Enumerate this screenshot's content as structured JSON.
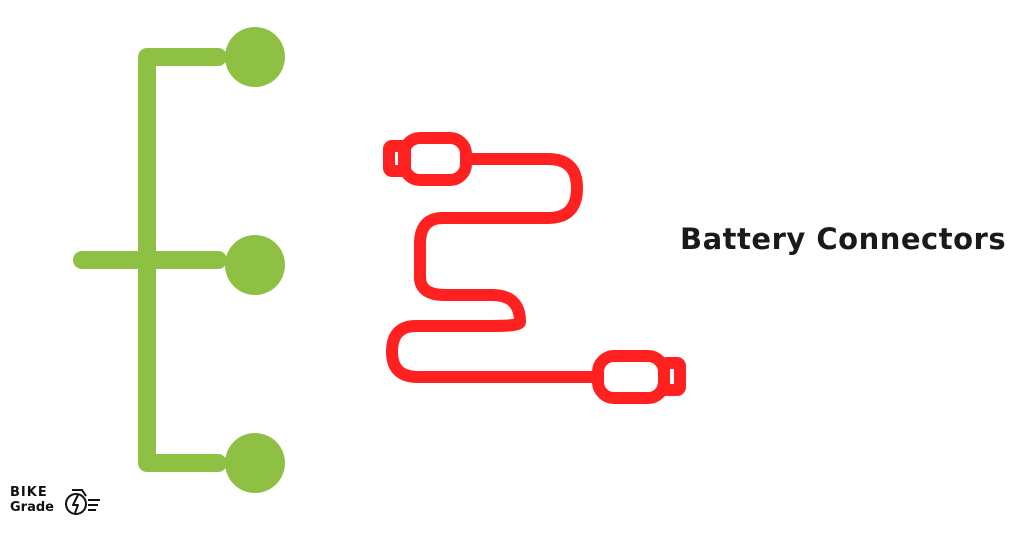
{
  "title": "Battery Connectors",
  "logo": {
    "line1": "BIKE",
    "line2": "Grade",
    "icon": "bicycle-lightning-icon"
  },
  "colors": {
    "tree": "#8ec044",
    "cable": "#ff2020",
    "text": "#1a1a1a"
  },
  "icons": {
    "left_graphic": "branch-tree-icon",
    "right_graphic": "usb-cable-icon"
  }
}
